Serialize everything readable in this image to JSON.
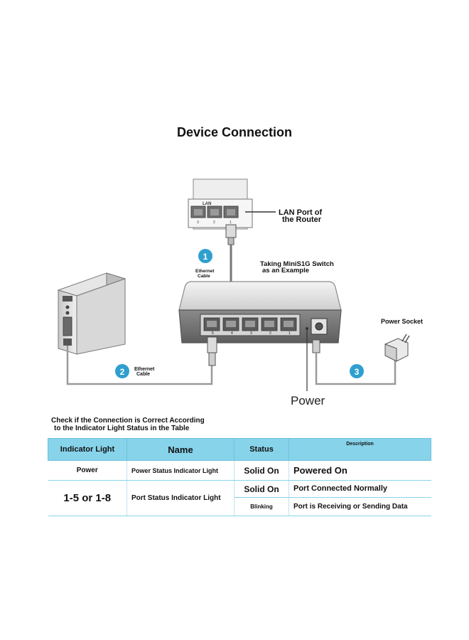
{
  "title": "Device Connection",
  "diagram": {
    "lan_port_label": "LAN Port of the Router",
    "router_port_label": "LAN",
    "router_port_numbers": [
      "3",
      "2",
      "1"
    ],
    "switch_caption": "Taking MiniS1G Switch as an Example",
    "switch_port_numbers": [
      "5",
      "4",
      "3",
      "2",
      "1"
    ],
    "cable_1_label": "Ethernet Cable",
    "cable_2_label": "Ethernet Cable",
    "step_1": "1",
    "step_2": "2",
    "step_3": "3",
    "power_socket_label": "Power Socket",
    "power_label": "Power",
    "accent_color": "#2f9fcf",
    "icons": [
      "router-icon",
      "pc-tower-icon",
      "switch-icon",
      "power-adapter-icon"
    ]
  },
  "check_text": "Check if the Connection is Correct According to the Indicator Light Status in the Table",
  "table": {
    "header_color": "#87d3ea",
    "headers": {
      "indicator": "Indicator Light",
      "name": "Name",
      "status": "Status",
      "description": "Description"
    },
    "rows": [
      {
        "indicator": "Power",
        "name": "Power Status Indicator Light",
        "status": "Solid On",
        "description": "Powered On"
      },
      {
        "indicator": "1-5 or 1-8",
        "name": "Port Status Indicator Light",
        "status": "Solid On",
        "description": "Port Connected Normally"
      },
      {
        "indicator": "",
        "name": "",
        "status": "Blinking",
        "description": "Port is Receiving or Sending Data"
      }
    ]
  }
}
